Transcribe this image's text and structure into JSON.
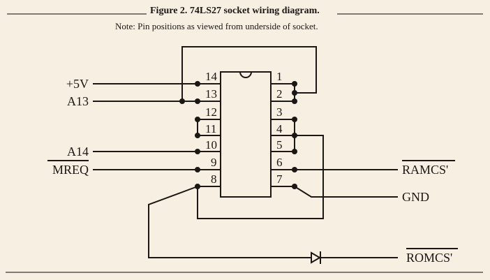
{
  "figure": {
    "title": "Figure 2. 74LS27 socket wiring diagram.",
    "note": "Note: Pin positions as viewed from underside of socket."
  },
  "ic": {
    "part": "74LS27",
    "left_pins": [
      "14",
      "13",
      "12",
      "11",
      "10",
      "9",
      "8"
    ],
    "right_pins": [
      "1",
      "2",
      "3",
      "4",
      "5",
      "6",
      "7"
    ]
  },
  "signals": {
    "plus5v": "+5V",
    "a13": "A13",
    "a14": "A14",
    "mreq": "MREQ",
    "ramcs": "RAMCS'",
    "gnd": "GND",
    "romcs": "ROMCS'"
  },
  "colors": {
    "paper": "#f7efe2",
    "ink": "#1a1714"
  }
}
